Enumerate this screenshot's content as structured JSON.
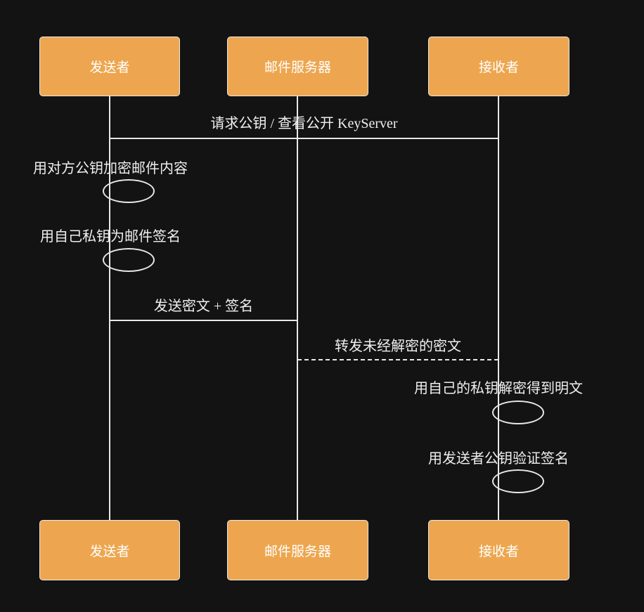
{
  "diagram": {
    "type": "sequence-diagram",
    "subject": "encrypted-email-flow"
  },
  "theme": {
    "bg": "#131313",
    "actor_fill": "#EDA64F",
    "actor_border": "#e9e9e9",
    "line": "#e8e8e8",
    "text": "#efefef",
    "actor_text": "#ffffff"
  },
  "actors": [
    {
      "id": "sender",
      "label": "发送者"
    },
    {
      "id": "mail-server",
      "label": "邮件服务器"
    },
    {
      "id": "receiver",
      "label": "接收者"
    }
  ],
  "messages": [
    {
      "from": "sender",
      "to": "receiver",
      "line": "solid",
      "text": "请求公钥 / 查看公开 KeyServer"
    },
    {
      "from": "sender",
      "to": "sender",
      "line": "self-loop",
      "text": "用对方公钥加密邮件内容"
    },
    {
      "from": "sender",
      "to": "sender",
      "line": "self-loop",
      "text": "用自己私钥为邮件签名"
    },
    {
      "from": "sender",
      "to": "mail-server",
      "line": "solid",
      "text": "发送密文 + 签名"
    },
    {
      "from": "mail-server",
      "to": "receiver",
      "line": "dashed",
      "text": "转发未经解密的密文"
    },
    {
      "from": "receiver",
      "to": "receiver",
      "line": "self-loop",
      "text": "用自己的私钥解密得到明文"
    },
    {
      "from": "receiver",
      "to": "receiver",
      "line": "self-loop",
      "text": "用发送者公钥验证签名"
    }
  ]
}
